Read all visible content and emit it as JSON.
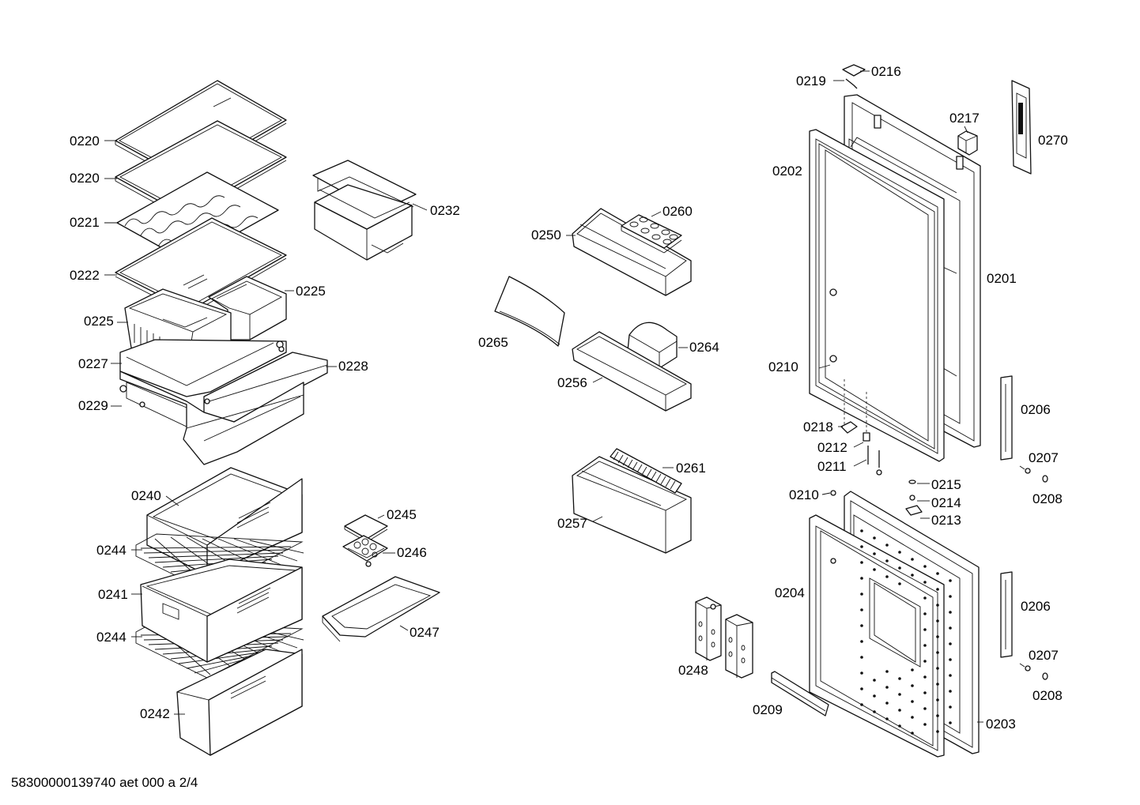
{
  "footer": "58300000139740 aet 000 a 2/4",
  "labels": [
    {
      "id": "l01",
      "text": "0220"
    },
    {
      "id": "l02",
      "text": "0220"
    },
    {
      "id": "l03",
      "text": "0221"
    },
    {
      "id": "l04",
      "text": "0222"
    },
    {
      "id": "l05",
      "text": "0225"
    },
    {
      "id": "l06",
      "text": "0225"
    },
    {
      "id": "l07",
      "text": "0227"
    },
    {
      "id": "l08",
      "text": "0228"
    },
    {
      "id": "l09",
      "text": "0229"
    },
    {
      "id": "l10",
      "text": "0232"
    },
    {
      "id": "l11",
      "text": "0240"
    },
    {
      "id": "l12",
      "text": "0244"
    },
    {
      "id": "l13",
      "text": "0241"
    },
    {
      "id": "l14",
      "text": "0244"
    },
    {
      "id": "l15",
      "text": "0242"
    },
    {
      "id": "l16",
      "text": "0245"
    },
    {
      "id": "l17",
      "text": "0246"
    },
    {
      "id": "l18",
      "text": "0247"
    },
    {
      "id": "l19",
      "text": "0260"
    },
    {
      "id": "l20",
      "text": "0250"
    },
    {
      "id": "l21",
      "text": "0265"
    },
    {
      "id": "l22",
      "text": "0264"
    },
    {
      "id": "l23",
      "text": "0256"
    },
    {
      "id": "l24",
      "text": "0261"
    },
    {
      "id": "l25",
      "text": "0257"
    },
    {
      "id": "l26",
      "text": "0219"
    },
    {
      "id": "l27",
      "text": "0216"
    },
    {
      "id": "l28",
      "text": "0217"
    },
    {
      "id": "l29",
      "text": "0270"
    },
    {
      "id": "l30",
      "text": "0202"
    },
    {
      "id": "l31",
      "text": "0201"
    },
    {
      "id": "l32",
      "text": "0210"
    },
    {
      "id": "l33",
      "text": "0206"
    },
    {
      "id": "l34",
      "text": "0218"
    },
    {
      "id": "l35",
      "text": "0212"
    },
    {
      "id": "l36",
      "text": "0211"
    },
    {
      "id": "l37",
      "text": "0207"
    },
    {
      "id": "l38",
      "text": "0215"
    },
    {
      "id": "l39",
      "text": "0210"
    },
    {
      "id": "l40",
      "text": "0214"
    },
    {
      "id": "l41",
      "text": "0208"
    },
    {
      "id": "l42",
      "text": "0213"
    },
    {
      "id": "l43",
      "text": "0204"
    },
    {
      "id": "l44",
      "text": "0206"
    },
    {
      "id": "l45",
      "text": "0207"
    },
    {
      "id": "l46",
      "text": "0248"
    },
    {
      "id": "l47",
      "text": "0208"
    },
    {
      "id": "l48",
      "text": "0209"
    },
    {
      "id": "l49",
      "text": "0203"
    }
  ]
}
